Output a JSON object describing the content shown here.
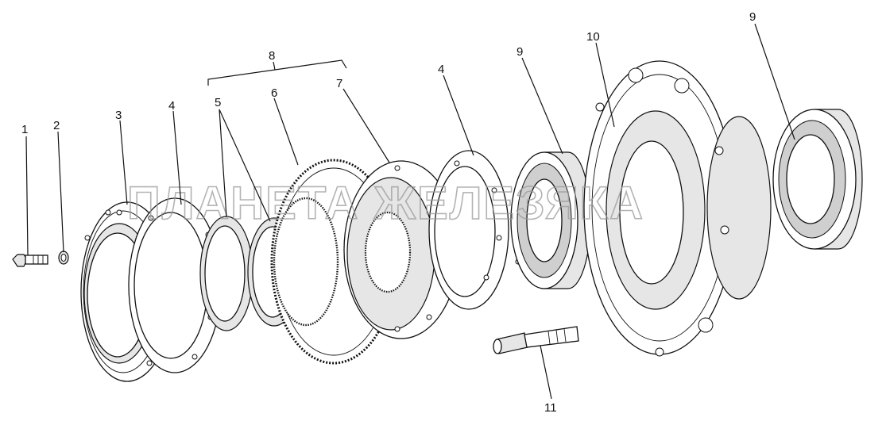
{
  "watermark": "ПЛАНЕТА ЖЕЛЕЗЯКА",
  "callouts": {
    "c1": "1",
    "c2": "2",
    "c3": "3",
    "c4a": "4",
    "c5": "5",
    "c6": "6",
    "c7": "7",
    "c8": "8",
    "c4b": "4",
    "c9a": "9",
    "c10": "10",
    "c9b": "9",
    "c11": "11"
  }
}
